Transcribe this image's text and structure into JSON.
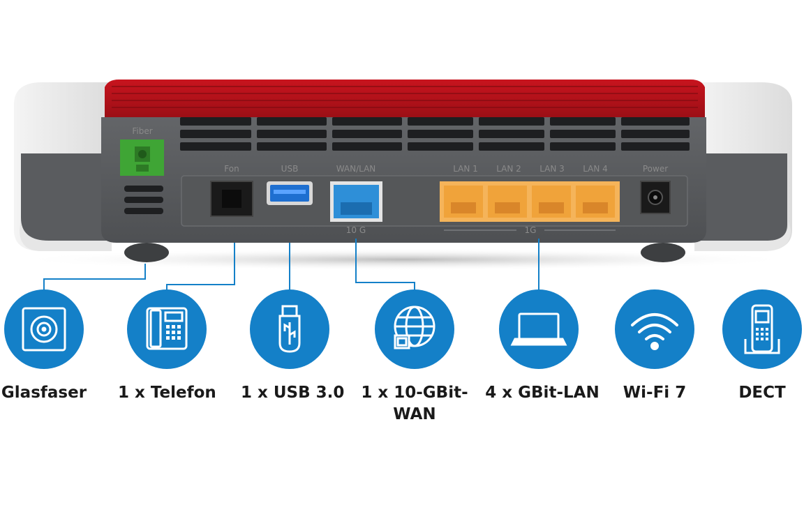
{
  "device": {
    "port_labels": {
      "fiber": "Fiber",
      "fon": "Fon",
      "usb": "USB",
      "wan_lan": "WAN/LAN",
      "lan1": "LAN 1",
      "lan2": "LAN 2",
      "lan3": "LAN 3",
      "lan4": "LAN 4",
      "power": "Power"
    },
    "speed_wan": "10 G",
    "speed_lan": "1G"
  },
  "colors": {
    "red": "#b5121b",
    "body": "#5b5d60",
    "fiber_port": "#3fa535",
    "wan_port": "#2e8fd8",
    "lan_port": "#f0a33a",
    "usb_port": "#1e6fd0",
    "icon_circle": "#1480c8"
  },
  "features": [
    {
      "icon": "fiber-icon",
      "label": "Glasfaser"
    },
    {
      "icon": "phone-icon",
      "label": "1 x Telefon"
    },
    {
      "icon": "usb-icon",
      "label": "1 x USB 3.0"
    },
    {
      "icon": "globe-icon",
      "label": "1 x 10-GBit-",
      "label2": "WAN"
    },
    {
      "icon": "laptop-icon",
      "label": "4 x GBit-LAN"
    },
    {
      "icon": "wifi-icon",
      "label": "Wi-Fi 7"
    },
    {
      "icon": "dect-icon",
      "label": "DECT"
    }
  ]
}
